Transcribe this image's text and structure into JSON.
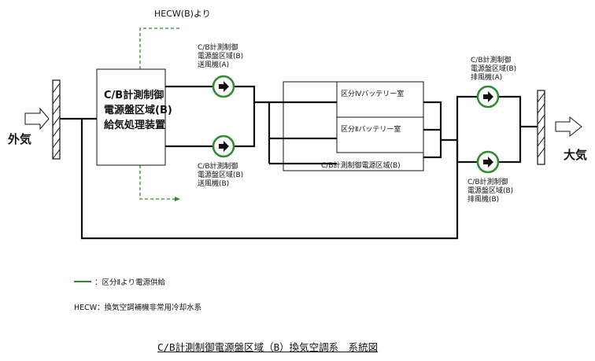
{
  "top_source_label": "HECW(B)より",
  "unit": {
    "lines": [
      "C/B計測制御",
      "電源盤区域(B)",
      "給気処理装置"
    ]
  },
  "outside_air_label": "外気",
  "atmosphere_label": "大気",
  "supply_fan_a": {
    "lines": [
      "C/B計測制御",
      "電源盤区域(B)",
      "送風機(A)"
    ]
  },
  "supply_fan_b": {
    "lines": [
      "C/B計測制御",
      "電源盤区域(B)",
      "送風機(B)"
    ]
  },
  "exhaust_fan_a": {
    "lines": [
      "C/B計測制御",
      "電源盤区域(B)",
      "排風機(A)"
    ]
  },
  "exhaust_fan_b": {
    "lines": [
      "C/B計測制御",
      "電源盤区域(B)",
      "排風機(B)"
    ]
  },
  "rooms": {
    "battery_iv": "区分Ⅳバッテリー室",
    "battery_ii": "区分Ⅱバッテリー室",
    "cb_power": "C/B計測制御電源区域(B)"
  },
  "legend": {
    "green_line": "：区分Ⅱより電源供給",
    "hecw": "HECW：換気空調補機非常用冷却水系"
  },
  "title": "C/B計測制御電源盤区域（B）換気空調系　系統図",
  "colors": {
    "green": "#2e8b2e",
    "line": "#111111"
  },
  "icons": [
    "fan-icon",
    "damper-icon",
    "arrow-icon"
  ]
}
